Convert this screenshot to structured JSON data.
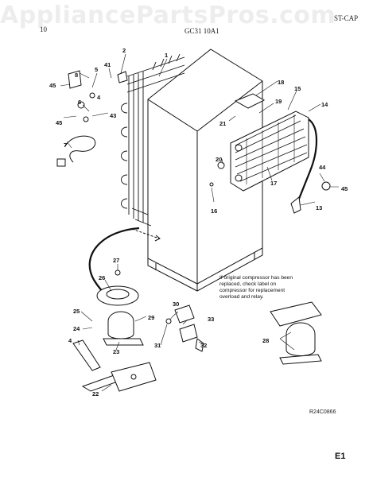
{
  "watermark": "AppliancePartsPros.com",
  "header": {
    "left": "10",
    "center": "GC31 10A1",
    "right": "ST-CAP"
  },
  "note": "If original compressor has been replaced, check label on compressor for replacement overload and relay.",
  "reference_code": "R24C0866",
  "page_label": "E1",
  "callouts": [
    "1",
    "2",
    "41",
    "8",
    "5",
    "45",
    "6",
    "4",
    "45",
    "43",
    "7",
    "18",
    "15",
    "14",
    "19",
    "21",
    "20",
    "16",
    "17",
    "44",
    "45",
    "13",
    "27",
    "26",
    "25",
    "29",
    "24",
    "23",
    "4",
    "22",
    "30",
    "33",
    "31",
    "32",
    "28"
  ]
}
